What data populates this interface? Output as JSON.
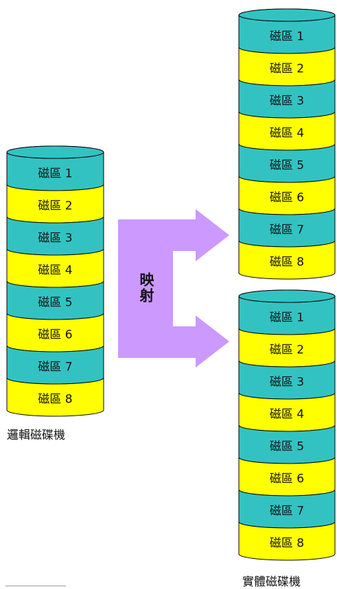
{
  "colors": {
    "teal": "#33c2c2",
    "yellow": "#ffff00",
    "arrow": "#cc99ff",
    "outline": "#000000"
  },
  "logical_disk": {
    "caption": "邏輯磁碟機",
    "sectors": [
      "磁區 1",
      "磁區 2",
      "磁區 3",
      "磁區 4",
      "磁區 5",
      "磁區 6",
      "磁區 7",
      "磁區 8"
    ]
  },
  "physical_disks": {
    "caption": "實體磁碟機",
    "disk_1": {
      "sectors": [
        "磁區 1",
        "磁區 2",
        "磁區 3",
        "磁區 4",
        "磁區 5",
        "磁區 6",
        "磁區 7",
        "磁區 8"
      ]
    },
    "disk_2": {
      "sectors": [
        "磁區 1",
        "磁區 2",
        "磁區 3",
        "磁區 4",
        "磁區 5",
        "磁區 6",
        "磁區 7",
        "磁區 8"
      ]
    }
  },
  "mapping_arrow": {
    "label": "映射"
  }
}
